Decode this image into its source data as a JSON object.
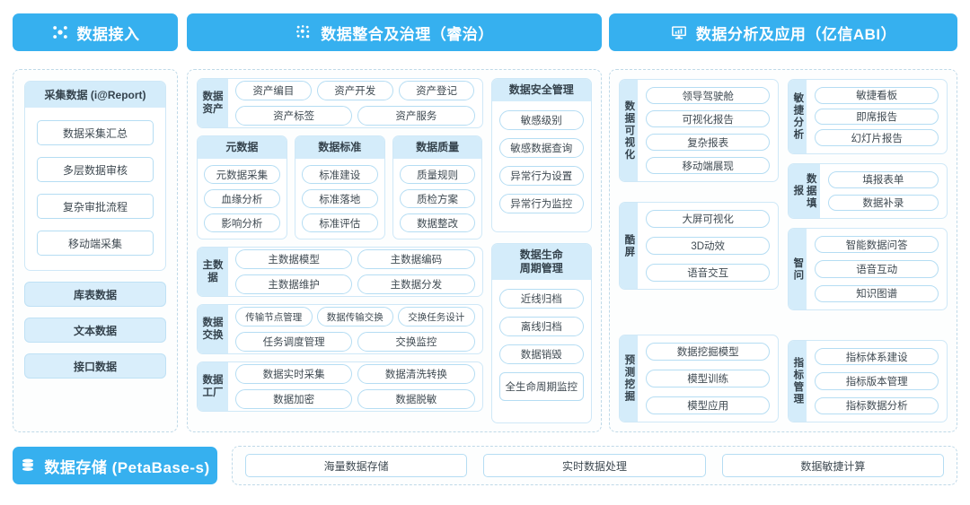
{
  "accent": "#36b0ef",
  "panel_fill": "#d4ecfa",
  "border": "#cfe8f7",
  "columns": {
    "ingest": {
      "header": {
        "title": "数据接入",
        "icon": "network-nodes-icon"
      },
      "acquisition": {
        "caption": "采集数据 (i@Report)",
        "items": [
          "数据采集汇总",
          "多层数据审核",
          "复杂审批流程",
          "移动端采集"
        ]
      },
      "sources": [
        "库表数据",
        "文本数据",
        "接口数据"
      ]
    },
    "governance": {
      "header": {
        "title": "数据整合及治理（睿治）",
        "icon": "data-mesh-icon"
      },
      "asset": {
        "label": "数据资产",
        "row1": [
          "资产编目",
          "资产开发",
          "资产登记"
        ],
        "row2": [
          "资产标签",
          "资产服务"
        ]
      },
      "trio": [
        {
          "caption": "元数据",
          "items": [
            "元数据采集",
            "血缘分析",
            "影响分析"
          ]
        },
        {
          "caption": "数据标准",
          "items": [
            "标准建设",
            "标准落地",
            "标准评估"
          ]
        },
        {
          "caption": "数据质量",
          "items": [
            "质量规则",
            "质检方案",
            "数据整改"
          ]
        }
      ],
      "master": {
        "label": "主数据",
        "items": [
          "主数据模型",
          "主数据编码",
          "主数据维护",
          "主数据分发"
        ]
      },
      "exchange": {
        "label": "数据交换",
        "row1": [
          "传输节点管理",
          "数据传输交换",
          "交换任务设计"
        ],
        "row2": [
          "任务调度管理",
          "交换监控"
        ]
      },
      "factory": {
        "label": "数据工厂",
        "items": [
          "数据实时采集",
          "数据清洗转换",
          "数据加密",
          "数据脱敏"
        ]
      },
      "security": {
        "caption": "数据安全管理",
        "items": [
          "敏感级别",
          "敏感数据查询",
          "异常行为设置",
          "异常行为监控"
        ]
      },
      "lifecycle": {
        "caption": "数据生命\n周期管理",
        "caption_line1": "数据生命",
        "caption_line2": "周期管理",
        "items": [
          "近线归档",
          "离线归档",
          "数据销毁",
          "全生命周期监控"
        ]
      }
    },
    "analytics": {
      "header": {
        "title": "数据分析及应用（亿信ABI）",
        "icon": "monitor-chart-icon"
      },
      "left_groups": [
        {
          "label": "数据可视化",
          "items": [
            "领导驾驶舱",
            "可视化报告",
            "复杂报表",
            "移动端展现"
          ]
        },
        {
          "label": "酷屏",
          "items": [
            "大屏可视化",
            "3D动效",
            "语音交互"
          ]
        },
        {
          "label": "预测挖掘",
          "items": [
            "数据挖掘模型",
            "模型训练",
            "模型应用"
          ]
        }
      ],
      "right_groups": [
        {
          "label": "敏捷分析",
          "items": [
            "敏捷看板",
            "即席报告",
            "幻灯片报告"
          ]
        },
        {
          "label": "数据填报",
          "items": [
            "填报表单",
            "数据补录"
          ]
        },
        {
          "label": "智问",
          "items": [
            "智能数据问答",
            "语音互动",
            "知识图谱"
          ]
        },
        {
          "label": "指标管理",
          "items": [
            "指标体系建设",
            "指标版本管理",
            "指标数据分析"
          ]
        }
      ]
    }
  },
  "storage": {
    "header": {
      "title": "数据存储 (PetaBase-s)",
      "icon": "database-icon"
    },
    "items": [
      "海量数据存储",
      "实时数据处理",
      "数据敏捷计算"
    ]
  }
}
